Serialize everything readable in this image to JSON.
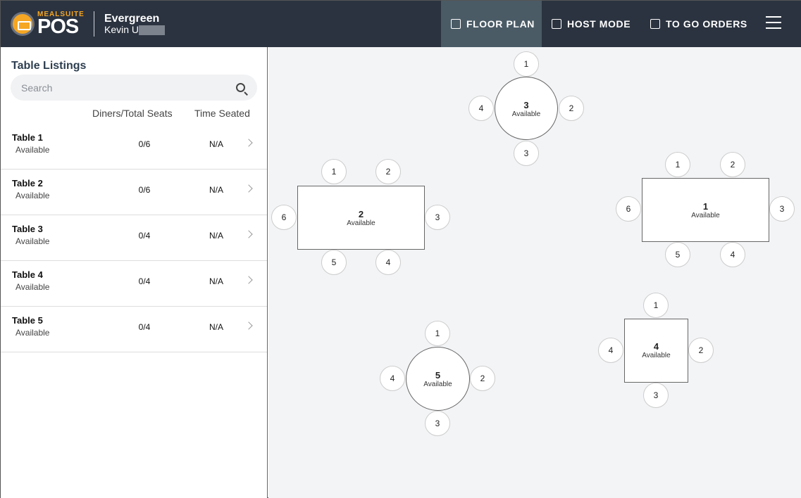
{
  "header": {
    "logo_small": "MEALSUITE",
    "logo_big": "POS",
    "org_name": "Evergreen",
    "user_name": "Kevin U",
    "nav": {
      "floor_plan": "FLOOR PLAN",
      "host_mode": "HOST MODE",
      "to_go_orders": "TO GO ORDERS"
    }
  },
  "sidebar": {
    "title": "Table Listings",
    "search_placeholder": "Search",
    "col_diners": "Diners/Total Seats",
    "col_time": "Time Seated",
    "rows": [
      {
        "name": "Table 1",
        "status": "Available",
        "diners": "0/6",
        "time": "N/A"
      },
      {
        "name": "Table 2",
        "status": "Available",
        "diners": "0/6",
        "time": "N/A"
      },
      {
        "name": "Table 3",
        "status": "Available",
        "diners": "0/4",
        "time": "N/A"
      },
      {
        "name": "Table 4",
        "status": "Available",
        "diners": "0/4",
        "time": "N/A"
      },
      {
        "name": "Table 5",
        "status": "Available",
        "diners": "0/4",
        "time": "N/A"
      }
    ]
  },
  "floor": {
    "tables": [
      {
        "num": "3",
        "status": "Available",
        "shape": "round",
        "seats": [
          "1",
          "2",
          "3",
          "4"
        ]
      },
      {
        "num": "2",
        "status": "Available",
        "shape": "rect",
        "seats": [
          "1",
          "2",
          "3",
          "4",
          "5",
          "6"
        ]
      },
      {
        "num": "1",
        "status": "Available",
        "shape": "rect",
        "seats": [
          "1",
          "2",
          "3",
          "4",
          "5",
          "6"
        ]
      },
      {
        "num": "4",
        "status": "Available",
        "shape": "square",
        "seats": [
          "1",
          "2",
          "3",
          "4"
        ]
      },
      {
        "num": "5",
        "status": "Available",
        "shape": "round",
        "seats": [
          "1",
          "2",
          "3",
          "4"
        ]
      }
    ]
  },
  "colors": {
    "header_bg": "#2b3340",
    "nav_active_bg": "#4a5b66",
    "logo_accent": "#f5a623",
    "floor_bg": "#f3f4f6"
  }
}
